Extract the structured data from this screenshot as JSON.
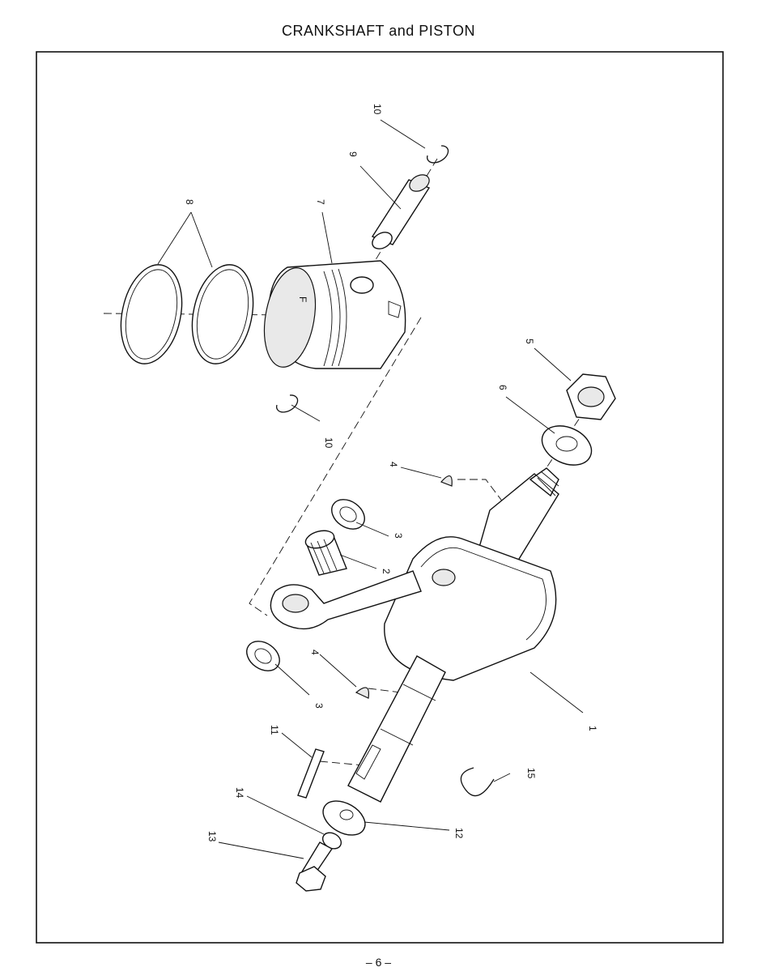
{
  "page": {
    "title": "CRANKSHAFT and PISTON",
    "page_number": "– 6 –"
  },
  "diagram": {
    "type": "exploded parts diagram",
    "callouts": {
      "c1": "1",
      "c2": "2",
      "c3a": "3",
      "c3b": "3",
      "c4a": "4",
      "c4b": "4",
      "c5": "5",
      "c6": "6",
      "c7": "7",
      "c8": "8",
      "c9": "9",
      "c10a": "10",
      "c10b": "10",
      "c11": "11",
      "c12": "12",
      "c13": "13",
      "c14": "14",
      "c15": "15"
    },
    "piston_mark": "F"
  }
}
